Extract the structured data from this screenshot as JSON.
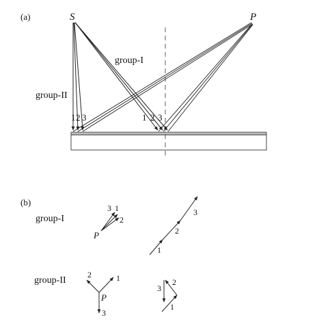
{
  "panel_a": {
    "label": "(a)",
    "source": "S",
    "detector": "P",
    "group_1": "group-I",
    "group_2": "group-II",
    "ray_numbers": [
      "1",
      "2",
      "3"
    ]
  },
  "panel_b": {
    "label": "(b)",
    "group_1": "group-I",
    "group_2": "group-II",
    "point": "P",
    "numbers": [
      "1",
      "2",
      "3"
    ]
  }
}
